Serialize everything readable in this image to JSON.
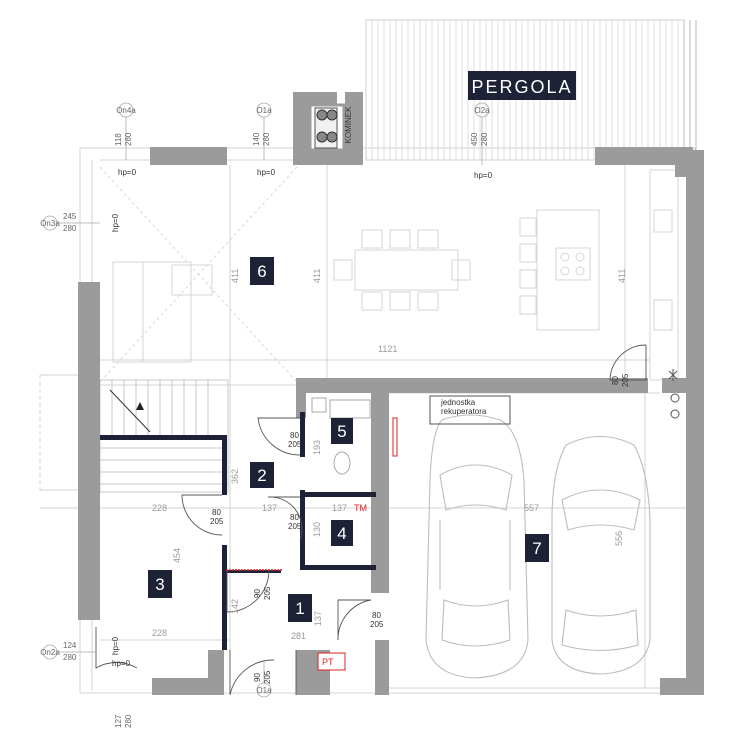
{
  "pergola": {
    "label": "PERGOLA"
  },
  "chimney": {
    "label": "KOMINEK"
  },
  "rooms": [
    {
      "number": "1"
    },
    {
      "number": "2"
    },
    {
      "number": "3"
    },
    {
      "number": "4"
    },
    {
      "number": "5"
    },
    {
      "number": "6"
    },
    {
      "number": "7"
    }
  ],
  "annotations": {
    "recuperator_line1": "jednostka",
    "recuperator_line2": "rekuperatora",
    "tm": "TM",
    "pt": "PT",
    "hp_top_left": "hp=0",
    "hp_top_mid": "hp=0",
    "hp_top_right": "hp=0",
    "hp_left_vertical": "hp=0",
    "hp_bottom_1": "hp=0",
    "hp_bottom_2": "hp=0"
  },
  "windows": [
    {
      "code": "On4a",
      "w": "118",
      "h": "280"
    },
    {
      "code": "O1a",
      "w": "140",
      "h": "280"
    },
    {
      "code": "O2a",
      "w": "450",
      "h": "280"
    },
    {
      "code": "On3a",
      "w": "245",
      "h": "280"
    },
    {
      "code": "On2a",
      "w": "124",
      "h": "280"
    },
    {
      "code": "O1a",
      "w": "127",
      "h": "280"
    }
  ],
  "doors": {
    "kitchen": {
      "w": "80",
      "h": "205"
    },
    "room5": {
      "w": "80",
      "h": "205"
    },
    "room3": {
      "w": "80",
      "h": "205"
    },
    "room4": {
      "w": "80",
      "h": "205"
    },
    "hall": {
      "w": "90",
      "h": "205"
    },
    "garage": {
      "w": "80",
      "h": "205"
    },
    "entrance": {
      "w": "90",
      "h": "205"
    }
  },
  "dimensions": {
    "d411_left": "411",
    "d411_mid": "411",
    "d411_right": "411",
    "d1121": "1121",
    "d362": "362",
    "d193": "193",
    "d228_top": "228",
    "d228_bottom": "228",
    "d137_a": "137",
    "d137_b": "137",
    "d130": "130",
    "d454": "454",
    "d142": "142",
    "d281": "281",
    "d137_c": "137",
    "d557": "557",
    "d556": "556"
  }
}
